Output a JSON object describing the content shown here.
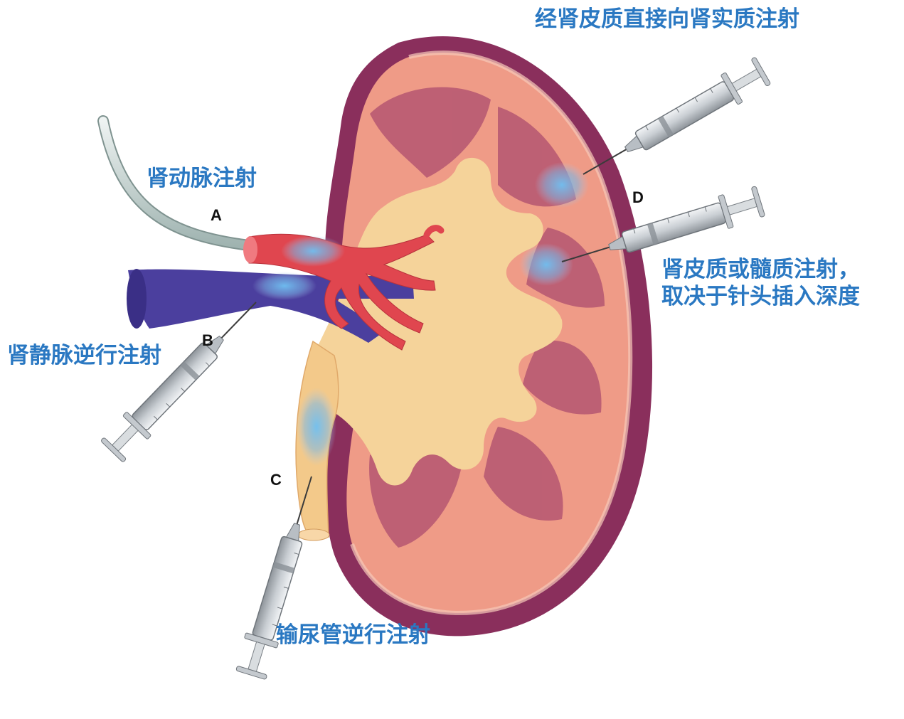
{
  "labels": {
    "a_text": "肾动脉注射",
    "b_text": "肾静脉逆行注射",
    "c_text": "输尿管逆行注射",
    "d_top_text": "经肾皮质直接向肾实质注射",
    "d_side_line1": "肾皮质或髓质注射，",
    "d_side_line2": "取决于针头插入深度"
  },
  "letters": {
    "a": "A",
    "b": "B",
    "c": "C",
    "d": "D"
  },
  "colors": {
    "label_blue": "#2a78c2",
    "capsule": "#8a2f5c",
    "cortex": "#ef9b87",
    "medulla": "#b85a72",
    "pelvis": "#f5d39a",
    "artery": "#e0464f",
    "vein": "#4b3f9e",
    "injection": "#5aa9e6"
  }
}
